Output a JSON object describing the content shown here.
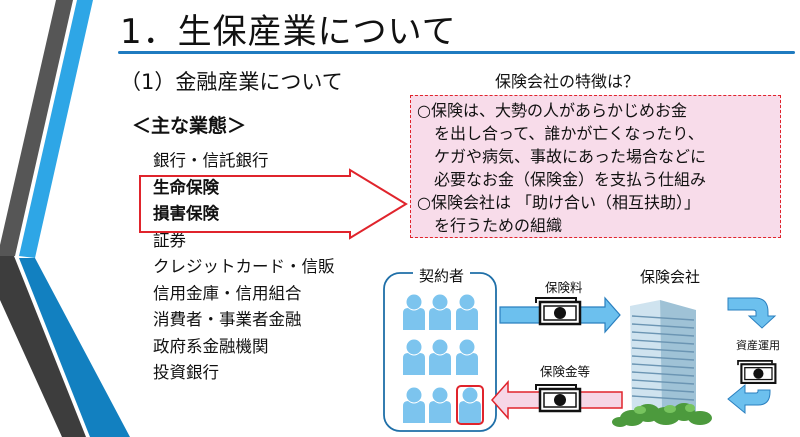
{
  "slide": {
    "title": "1．生保産業について",
    "subtitle": "（1）金融産業について",
    "section_heading": "＜主な業態＞",
    "business_types": [
      {
        "label": "銀行・信託銀行",
        "highlighted": false
      },
      {
        "label": "生命保険",
        "highlighted": true
      },
      {
        "label": "損害保険",
        "highlighted": true
      },
      {
        "label": "証券",
        "highlighted": false
      },
      {
        "label": "クレジットカード・信販",
        "highlighted": false
      },
      {
        "label": "信用金庫・信用組合",
        "highlighted": false
      },
      {
        "label": "消費者・事業者金融",
        "highlighted": false
      },
      {
        "label": "政府系金融機関",
        "highlighted": false
      },
      {
        "label": "投資銀行",
        "highlighted": false
      }
    ],
    "features": {
      "title": "保険会社の特徴は？",
      "lines": [
        "○保険は、大勢の人があらかじめお金",
        "を出し合って、誰かが亡くなったり、",
        "ケガや病気、事故にあった場合などに",
        "必要なお金（保険金）を支払う仕組み",
        "○保険会社は 「助け合い（相互扶助）」",
        "を行うための組織"
      ]
    },
    "diagram": {
      "contractors_label": "契約者",
      "premium_label": "保険料",
      "insurer_label": "保険会社",
      "benefit_label": "保険金等",
      "asset_label": "資産運用",
      "currency_symbol": "¥"
    },
    "colors": {
      "accent_blue": "#1f7bc0",
      "highlight_red": "#e0242c",
      "box_pink": "#f8dcea",
      "person_blue": "#7cc4ee",
      "arrow_blue": "#6cc0ee"
    }
  }
}
